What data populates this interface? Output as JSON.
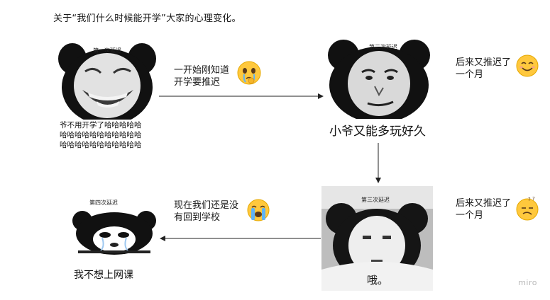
{
  "title": "关于“我们什么时候能开学”大家的心理变化。",
  "memes": [
    {
      "tag": "第一次延迟",
      "caption_lines": [
        "爷不用开学了哈哈哈哈哈",
        "哈哈哈哈哈哈哈哈哈哈哈",
        "哈哈哈哈哈哈哈哈哈哈哈"
      ]
    },
    {
      "tag": "第二次延迟",
      "caption": "小爷又能多玩好久"
    },
    {
      "tag": "第三次延迟",
      "caption": "哦。"
    },
    {
      "tag": "第四次延迟",
      "caption": "我不想上网课"
    }
  ],
  "notes": [
    {
      "lines": [
        "一开始刚知道",
        "开学要推迟"
      ],
      "emoji": "crying-pleading-emoji"
    },
    {
      "lines": [
        "后来又推迟了",
        "一个月"
      ],
      "emoji": "smiling-emoji"
    },
    {
      "lines": [
        "后来又推迟了",
        "一个月"
      ],
      "emoji": "confused-emoji"
    },
    {
      "lines": [
        "现在我们还是没",
        "有回到学校"
      ],
      "emoji": "loudly-crying-emoji"
    }
  ],
  "watermark": "miro",
  "colors": {
    "emoji_yellow": "#FFC83D",
    "arrow": "#222222",
    "watermark": "#b8b8b8"
  }
}
